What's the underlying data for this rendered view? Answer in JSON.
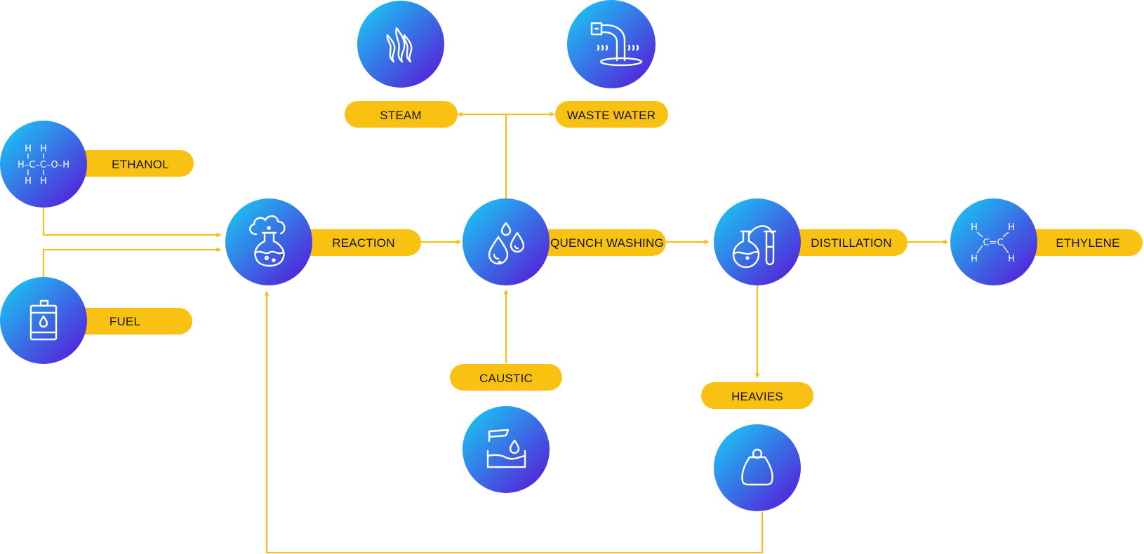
{
  "colors": {
    "flow_line": "#f7bf19",
    "pill": "#f9c212",
    "node_gradient_start": "#16d2f5",
    "node_gradient_end": "#5a10d6",
    "icon": "#ffffff"
  },
  "nodes": {
    "ethanol": {
      "label": "ETHANOL",
      "icon": "ethanol-formula-icon"
    },
    "fuel": {
      "label": "FUEL",
      "icon": "oil-barrel-icon"
    },
    "reaction": {
      "label": "REACTION",
      "icon": "flask-reaction-icon"
    },
    "steam": {
      "label": "STEAM",
      "icon": "steam-icon"
    },
    "waste_water": {
      "label": "WASTE WATER",
      "icon": "waste-water-pipe-icon"
    },
    "quench_washing": {
      "label": "QUENCH WASHING",
      "icon": "water-drops-icon"
    },
    "caustic": {
      "label": "CAUSTIC",
      "icon": "caustic-icon"
    },
    "distillation": {
      "label": "DISTILLATION",
      "icon": "distillation-icon"
    },
    "heavies": {
      "label": "HEAVIES",
      "icon": "weight-icon"
    },
    "ethylene": {
      "label": "ETHYLENE",
      "icon": "ethylene-formula-icon"
    }
  },
  "formulas": {
    "ethanol": {
      "top_h1": "H",
      "top_h2": "H",
      "main": "H–C–C–O–H",
      "bot_h1": "H",
      "bot_h2": "H"
    },
    "ethylene": {
      "h_tl": "H",
      "h_tr": "H",
      "main": "C=C",
      "h_bl": "H",
      "h_br": "H"
    }
  }
}
